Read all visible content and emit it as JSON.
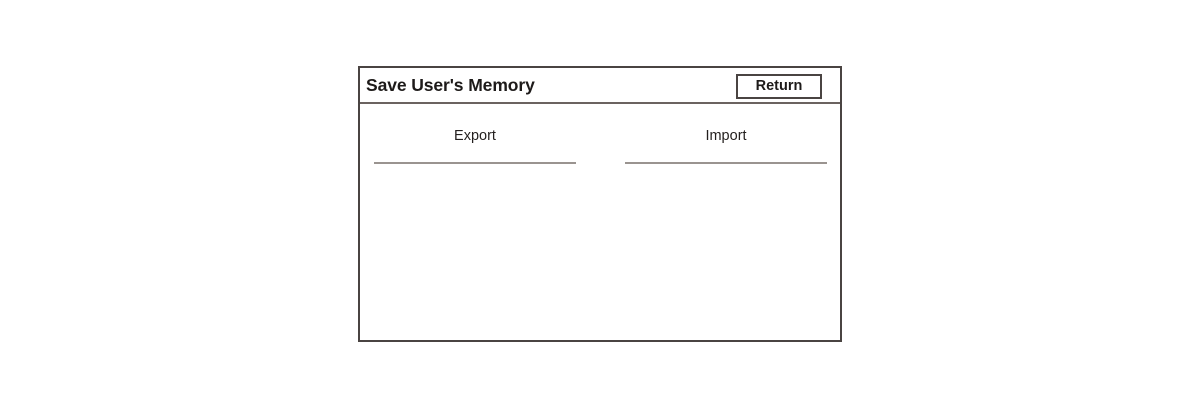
{
  "panel": {
    "title": "Save User's Memory",
    "return_label": "Return",
    "actions": [
      {
        "label": "Export",
        "name": "export"
      },
      {
        "label": "Import",
        "name": "import"
      }
    ]
  },
  "colors": {
    "page_background": "#ffffff",
    "panel_background": "#ffffff",
    "panel_border": "#4a4442",
    "header_divider": "#6b6360",
    "underline": "#9a9490",
    "text": "#1d1a19"
  }
}
